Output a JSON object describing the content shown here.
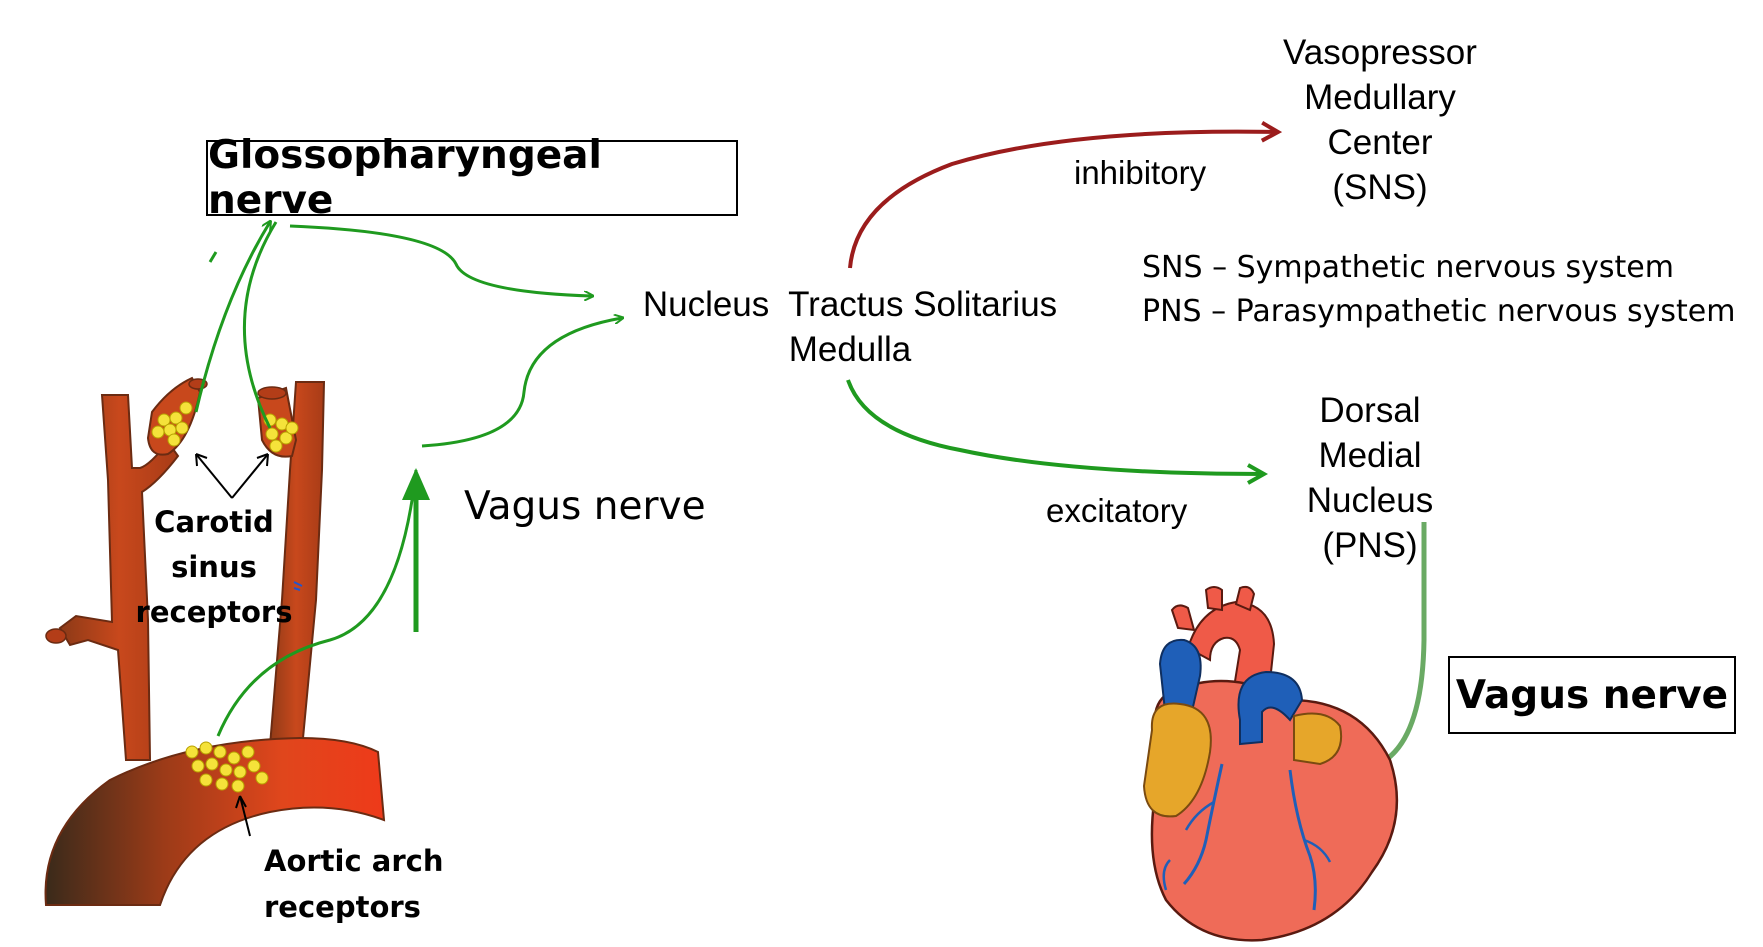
{
  "labels": {
    "glossopharyngeal_nerve": "Glossopharyngeal nerve",
    "nts_line1": "Nucleus  Tractus Solitarius",
    "nts_line2": "Medulla",
    "vasopressor_line1": "Vasopressor",
    "vasopressor_line2": "Medullary",
    "vasopressor_line3": "Center",
    "vasopressor_line4": "(SNS)",
    "inhibitory": "inhibitory",
    "excitatory": "excitatory",
    "dorsal_line1": "Dorsal",
    "dorsal_line2": "Medial",
    "dorsal_line3": "Nucleus",
    "dorsal_line4": "(PNS)",
    "legend_sns": "SNS – Sympathetic nervous system",
    "legend_pns": "PNS – Parasympathetic nervous system",
    "vagus_nerve_left": "Vagus nerve",
    "vagus_nerve_right": "Vagus nerve",
    "carotid_line1": "Carotid",
    "carotid_line2": "sinus",
    "carotid_line3": "receptors",
    "aortic_line1": "Aortic arch",
    "aortic_line2": "receptors"
  },
  "colors": {
    "excitatory_arrow": "#1f9a1f",
    "inhibitory_arrow": "#9b1c1c",
    "vagus_efferent_arrow": "#6aaa64",
    "artery": "#c8481c",
    "receptor": "#f5e23a",
    "heart_muscle": "#ef6b58",
    "heart_vessels_blue": "#1f5fb8",
    "atrium_yellow": "#e6a62a"
  },
  "icons": [
    "carotid-artery-illustration",
    "aortic-arch-illustration",
    "heart-illustration"
  ]
}
